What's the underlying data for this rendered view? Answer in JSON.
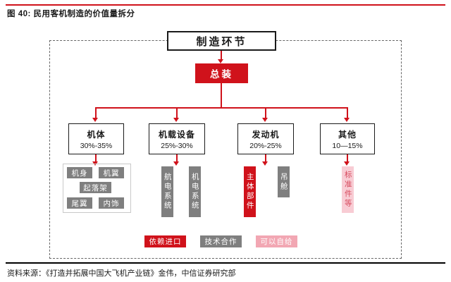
{
  "page": {
    "title": "图 40: 民用客机制造的价值量拆分",
    "source": "资料来源：《打造并拓展中国大飞机产业链》金伟，中信证券研究部"
  },
  "diagram": {
    "header": "制造环节",
    "root": "总装",
    "categories": [
      {
        "name": "机体",
        "share": "30%-35%"
      },
      {
        "name": "机载设备",
        "share": "25%-30%"
      },
      {
        "name": "发动机",
        "share": "20%-25%"
      },
      {
        "name": "其他",
        "share": "10—15%"
      }
    ],
    "airframe_parts": [
      "机身",
      "机翼",
      "起落架",
      "尾翼",
      "内饰"
    ],
    "equipment_parts": [
      {
        "label": "航电系统",
        "status": "技术合作"
      },
      {
        "label": "机电系统",
        "status": "技术合作"
      }
    ],
    "engine_parts": [
      {
        "label": "主体部件",
        "status": "依赖进口"
      },
      {
        "label": "吊舱",
        "status": "技术合作"
      }
    ],
    "other_parts": [
      {
        "label": "标准件等",
        "status": "可以自给"
      }
    ],
    "legend": [
      {
        "label": "依赖进口",
        "color": "#d0121b"
      },
      {
        "label": "技术合作",
        "color": "#7f7f7f"
      },
      {
        "label": "可以自给",
        "color": "#f2a7b3"
      }
    ]
  }
}
